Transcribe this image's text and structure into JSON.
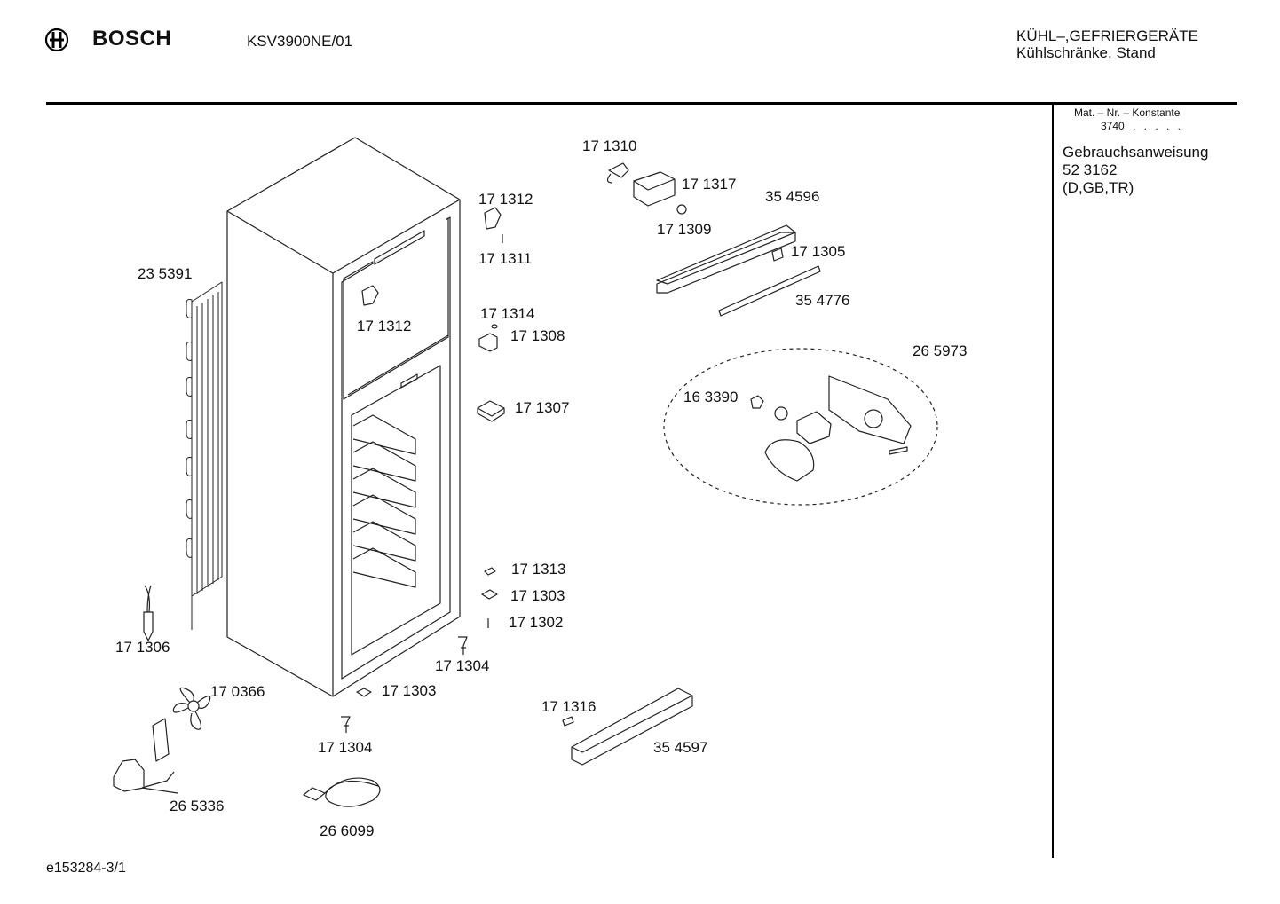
{
  "header": {
    "brand": "BOSCH",
    "model": "KSV3900NE/01",
    "category_line1": "KÜHL–,GEFRIERGERÄTE",
    "category_line2": "Kühlschränke, Stand"
  },
  "sidebar": {
    "mat_label": "Mat. – Nr. – Konstante",
    "mat_value": "3740",
    "mat_dots": ". . . . .",
    "manual_title": "Gebrauchsanweisung",
    "manual_number": "52 3162",
    "manual_languages": "(D,GB,TR)"
  },
  "footer": {
    "drawing_id": "e153284-3/1"
  },
  "part_labels": [
    "17 1310",
    "17 1317",
    "17 1312",
    "35 4596",
    "17 1309",
    "17 1311",
    "17 1305",
    "23 5391",
    "35 4776",
    "17 1314",
    "17 1312",
    "17 1308",
    "26 5973",
    "16 3390",
    "17 1307",
    "17 1313",
    "17 1303",
    "17 1302",
    "17 1306",
    "17 1304",
    "17 0366",
    "17 1303",
    "17 1316",
    "17 1304",
    "35 4597",
    "26 5336",
    "26 6099"
  ]
}
